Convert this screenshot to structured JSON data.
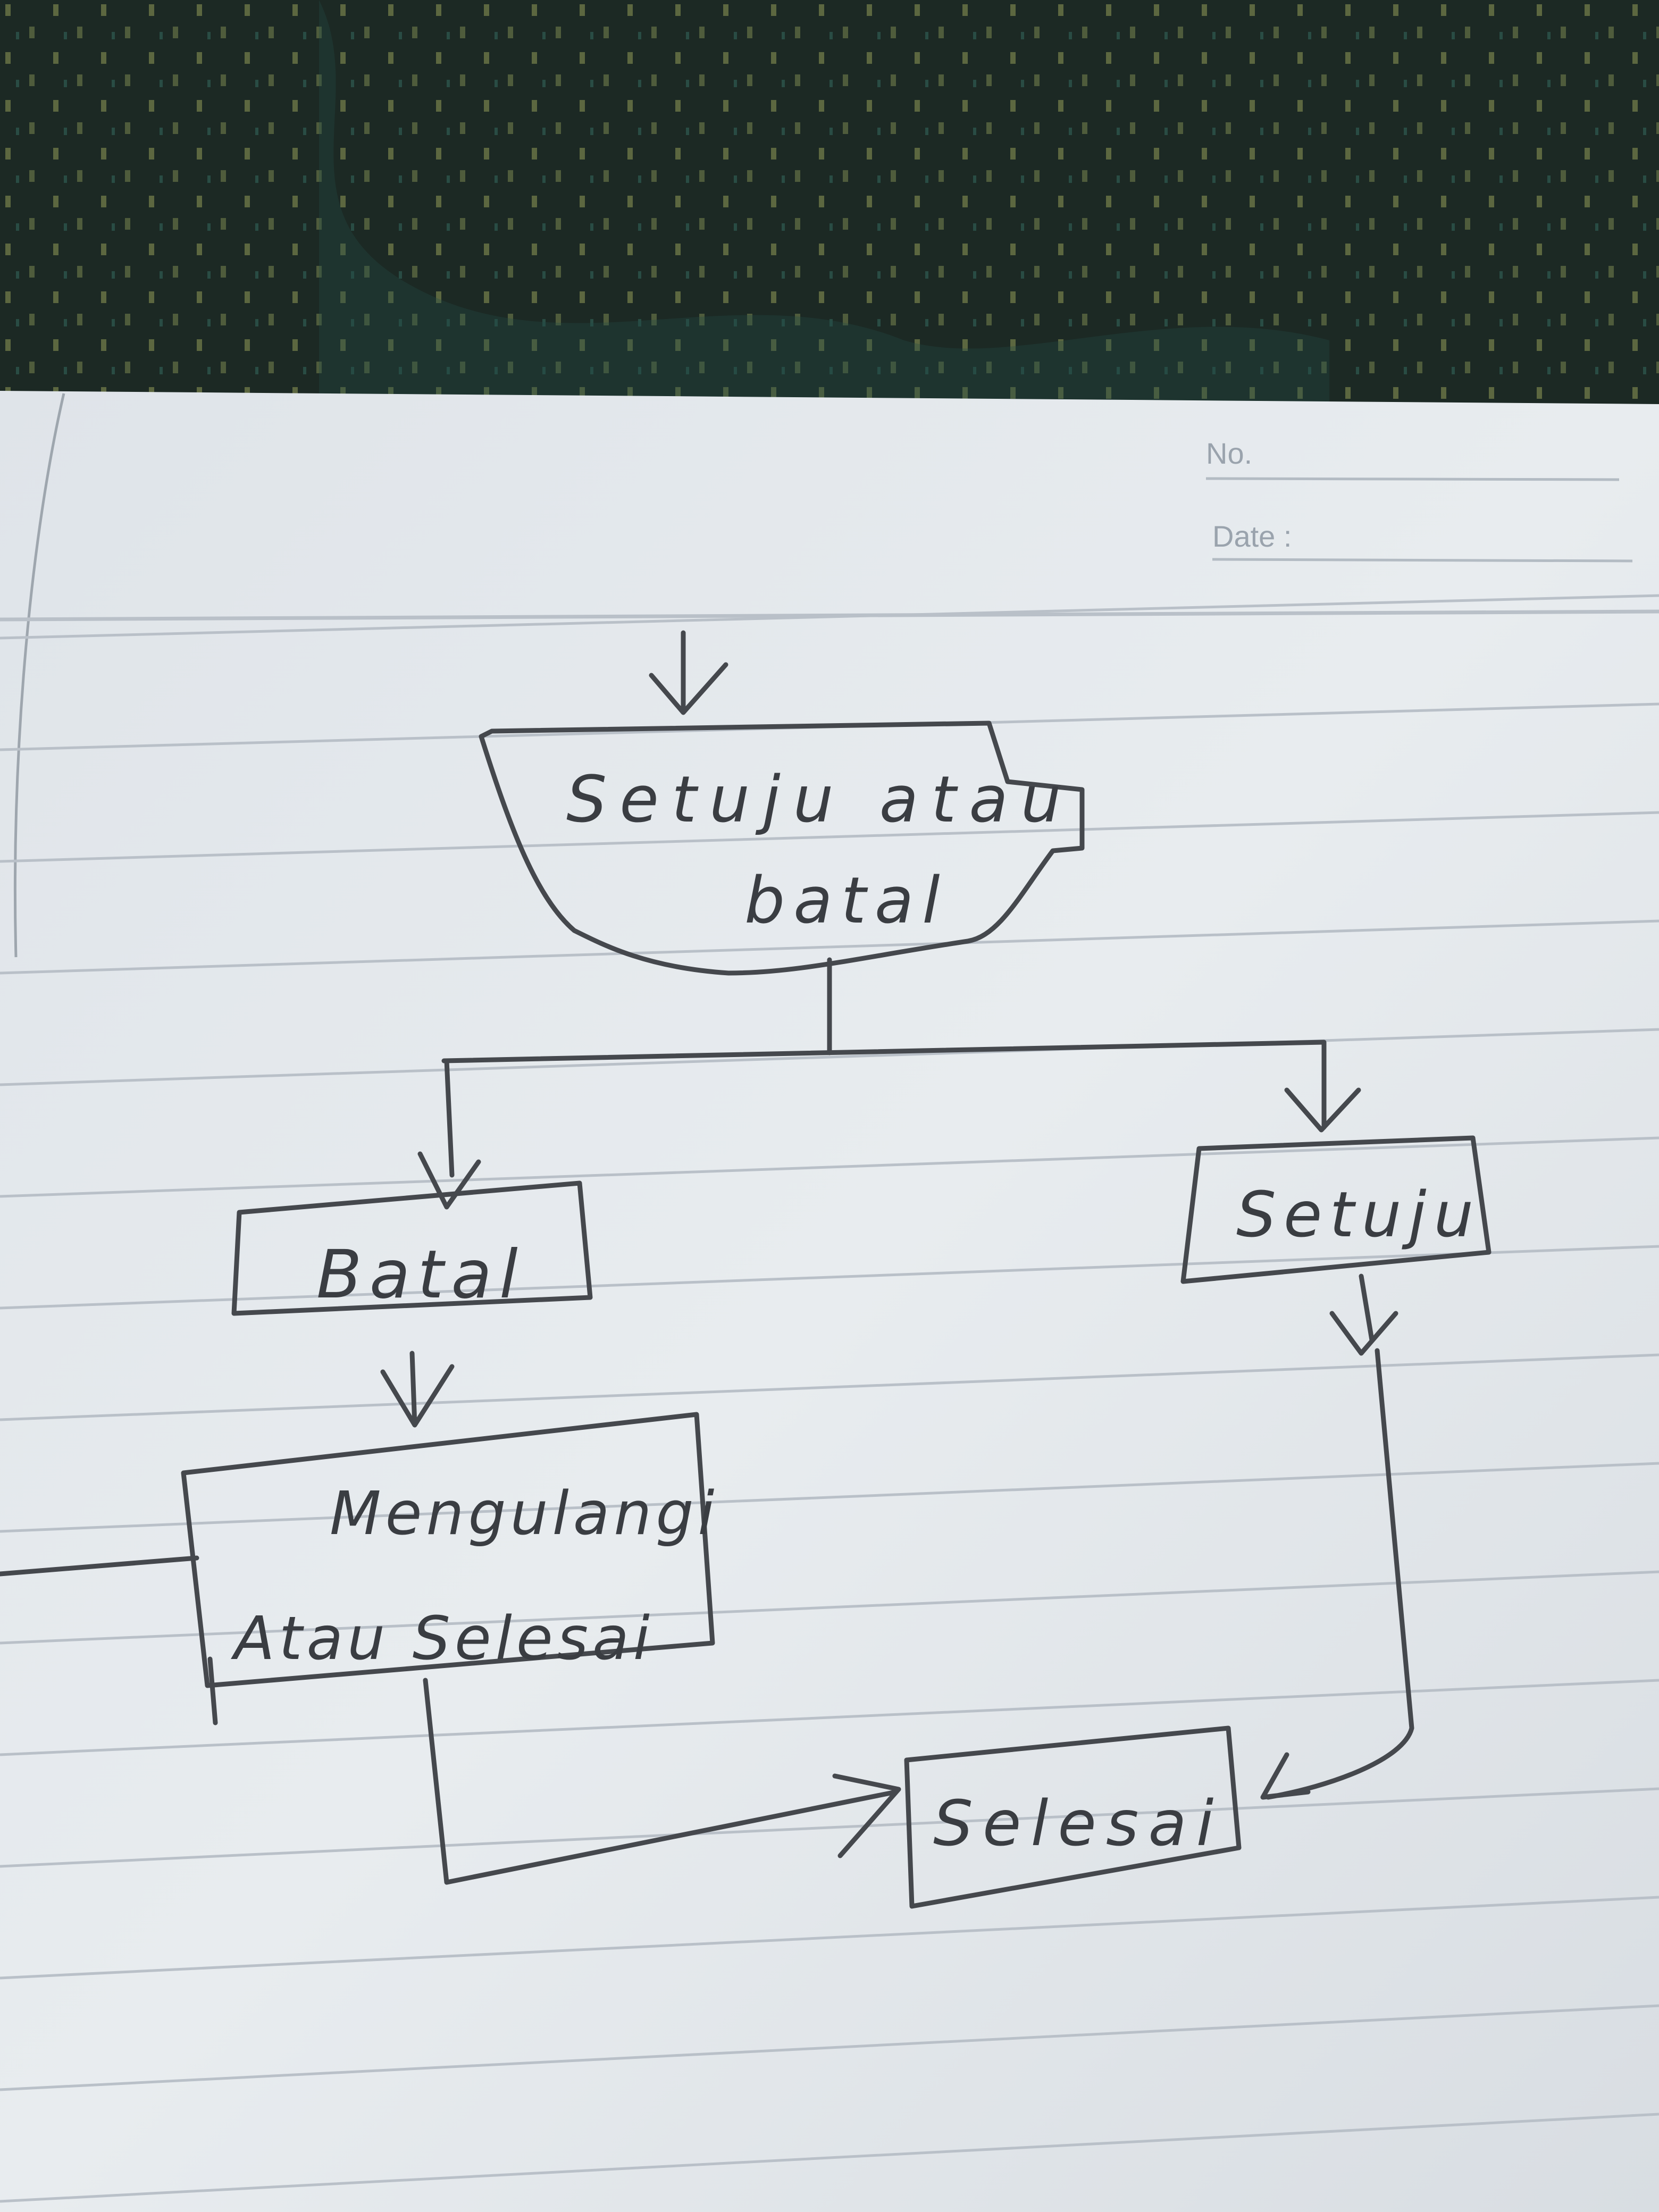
{
  "notebook": {
    "no_label": "No.",
    "date_label": "Date :"
  },
  "flowchart": {
    "nodes": [
      {
        "id": "decision",
        "lines": [
          "Setuju atau",
          "batal"
        ]
      },
      {
        "id": "batal",
        "lines": [
          "Batal"
        ]
      },
      {
        "id": "setuju",
        "lines": [
          "Setuju"
        ]
      },
      {
        "id": "choice",
        "lines": [
          "Mengulangi",
          "Atau Selesai"
        ]
      },
      {
        "id": "end",
        "lines": [
          "Selesai"
        ]
      }
    ],
    "edges": [
      {
        "from": "entry",
        "to": "decision"
      },
      {
        "from": "decision",
        "to": "batal"
      },
      {
        "from": "decision",
        "to": "setuju"
      },
      {
        "from": "batal",
        "to": "choice"
      },
      {
        "from": "choice",
        "to": "end"
      },
      {
        "from": "setuju",
        "to": "end"
      },
      {
        "from": "choice",
        "to": "off-page-left"
      }
    ]
  },
  "colors": {
    "ink": "#45484d",
    "paper": "#e6eaee",
    "rule_line": "#b9c0c8",
    "fabric": "#1a2620"
  }
}
